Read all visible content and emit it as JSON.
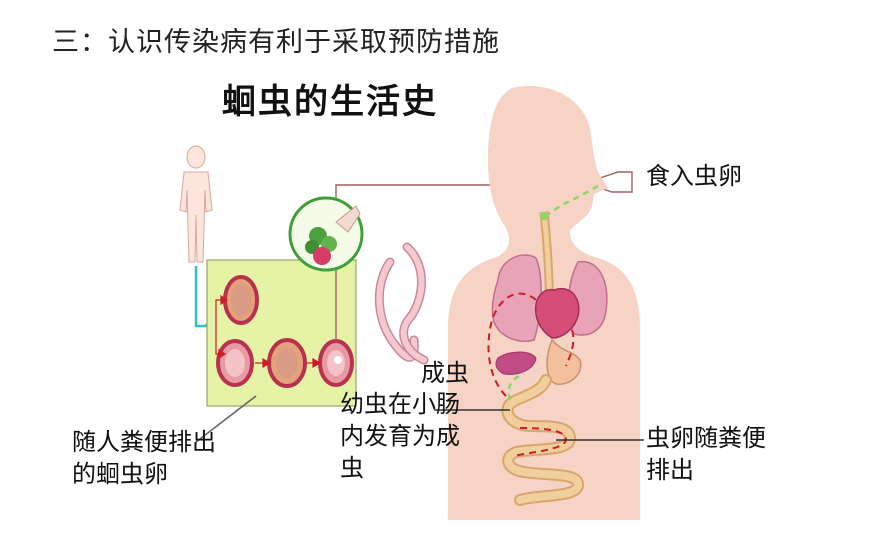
{
  "heading": "三：认识传染病有利于采取预防措施",
  "diagram_title": "蛔虫的生活史",
  "labels": {
    "eat_eggs": "食入虫卵",
    "adult_worm": "成虫",
    "larva_develop": "幼虫在小肠内发育为成虫",
    "eggs_excreted": "虫卵随粪便排出",
    "excreted_eggs": "随人粪便排出的蛔虫卵"
  },
  "colors": {
    "skin": "#f6d0c4",
    "organ": "#e796ad",
    "box_fill": "#e6f2a6",
    "egg_outer": "#b8324f",
    "worm": "#f2b8c6",
    "arrow_green": "#8ed66a",
    "arrow_red": "#cc1d2a"
  }
}
